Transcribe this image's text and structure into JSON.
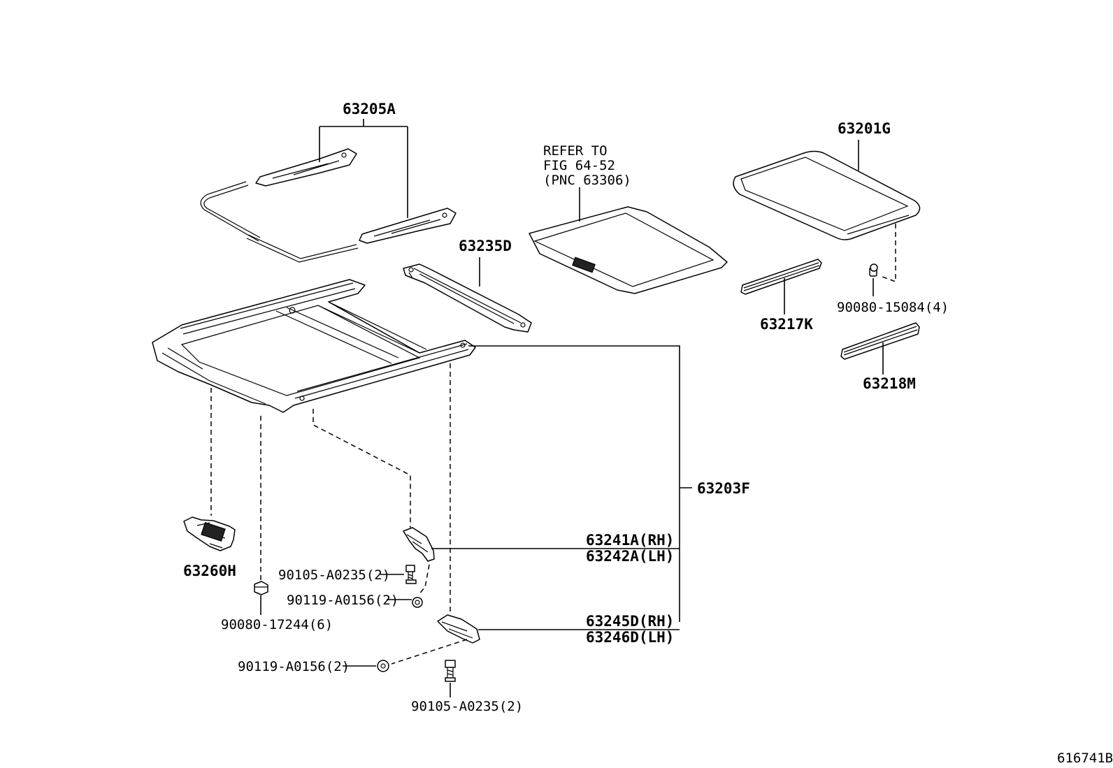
{
  "labels": {
    "p63205A": "63205A",
    "p63235D": "63235D",
    "p63201G": "63201G",
    "p63217K": "63217K",
    "p63218M": "63218M",
    "p63203F": "63203F",
    "p63260H": "63260H",
    "p63241A": "63241A(RH)",
    "p63242A": "63242A(LH)",
    "p63245D": "63245D(RH)",
    "p63246D": "63246D(LH)",
    "p90080_15084": "90080-15084(4)",
    "p90080_17244": "90080-17244(6)",
    "p90105_a": "90105-A0235(2)",
    "p90119_a": "90119-A0156(2)",
    "p90119_b": "90119-A0156(2)",
    "p90105_b": "90105-A0235(2)",
    "refer_line1": "REFER TO",
    "refer_line2": "FIG 64-52",
    "refer_line3": "(PNC 63306)",
    "figure_id": "616741B"
  }
}
